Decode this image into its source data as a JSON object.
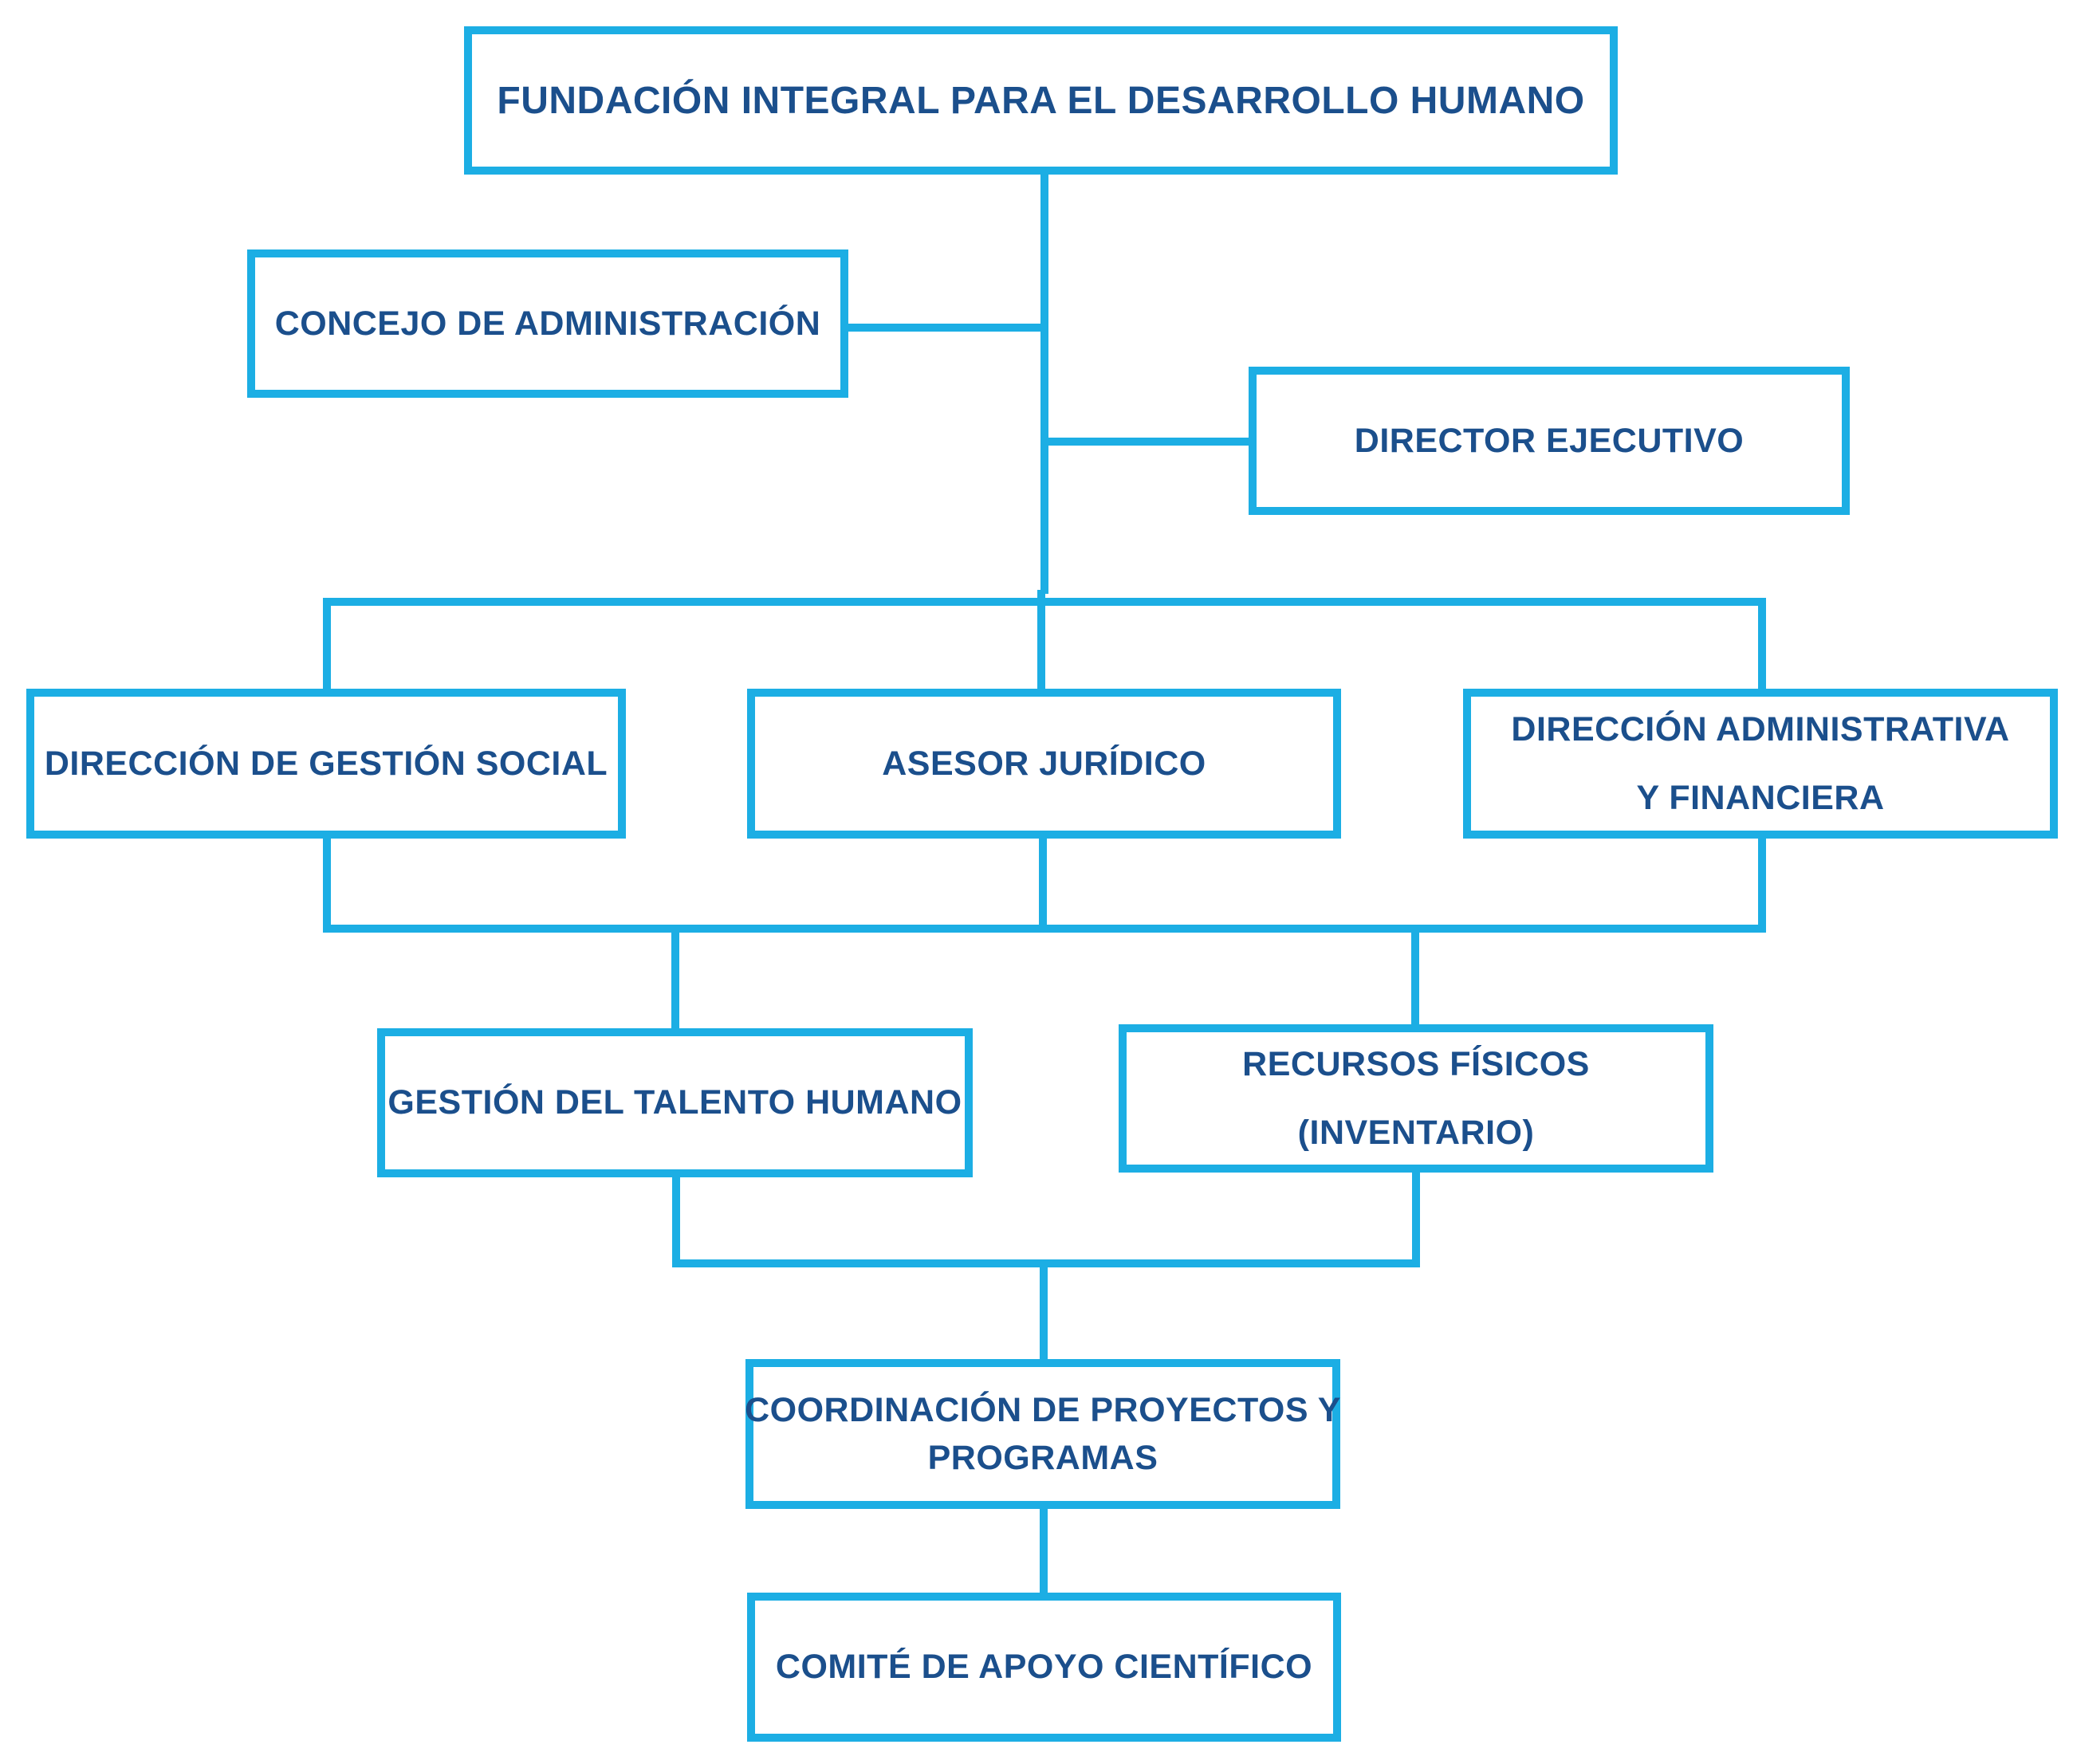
{
  "org_chart": {
    "colors": {
      "border": "#1caee4",
      "text": "#1b4f8c",
      "connector": "#1caee4"
    },
    "nodes": {
      "root": {
        "label": "FUNDACIÓN INTEGRAL PARA EL DESARROLLO HUMANO"
      },
      "concejo": {
        "label": "CONCEJO DE ADMINISTRACIÓN"
      },
      "director": {
        "label": "DIRECTOR EJECUTIVO"
      },
      "gestion_social": {
        "label": "DIRECCIÓN DE GESTIÓN SOCIAL"
      },
      "asesor": {
        "label": "ASESOR JURÍDICO"
      },
      "administrativa": {
        "lines": [
          "DIRECCIÓN ADMINISTRATIVA",
          "Y FINANCIERA"
        ]
      },
      "talento": {
        "label": "GESTIÓN DEL TALENTO HUMANO"
      },
      "recursos": {
        "lines": [
          "RECURSOS FÍSICOS",
          "(INVENTARIO)"
        ]
      },
      "coordinacion": {
        "lines": [
          "COORDINACIÓN DE PROYECTOS Y",
          "PROGRAMAS"
        ]
      },
      "comite": {
        "label": "COMITÉ DE APOYO CIENTÍFICO"
      }
    }
  }
}
